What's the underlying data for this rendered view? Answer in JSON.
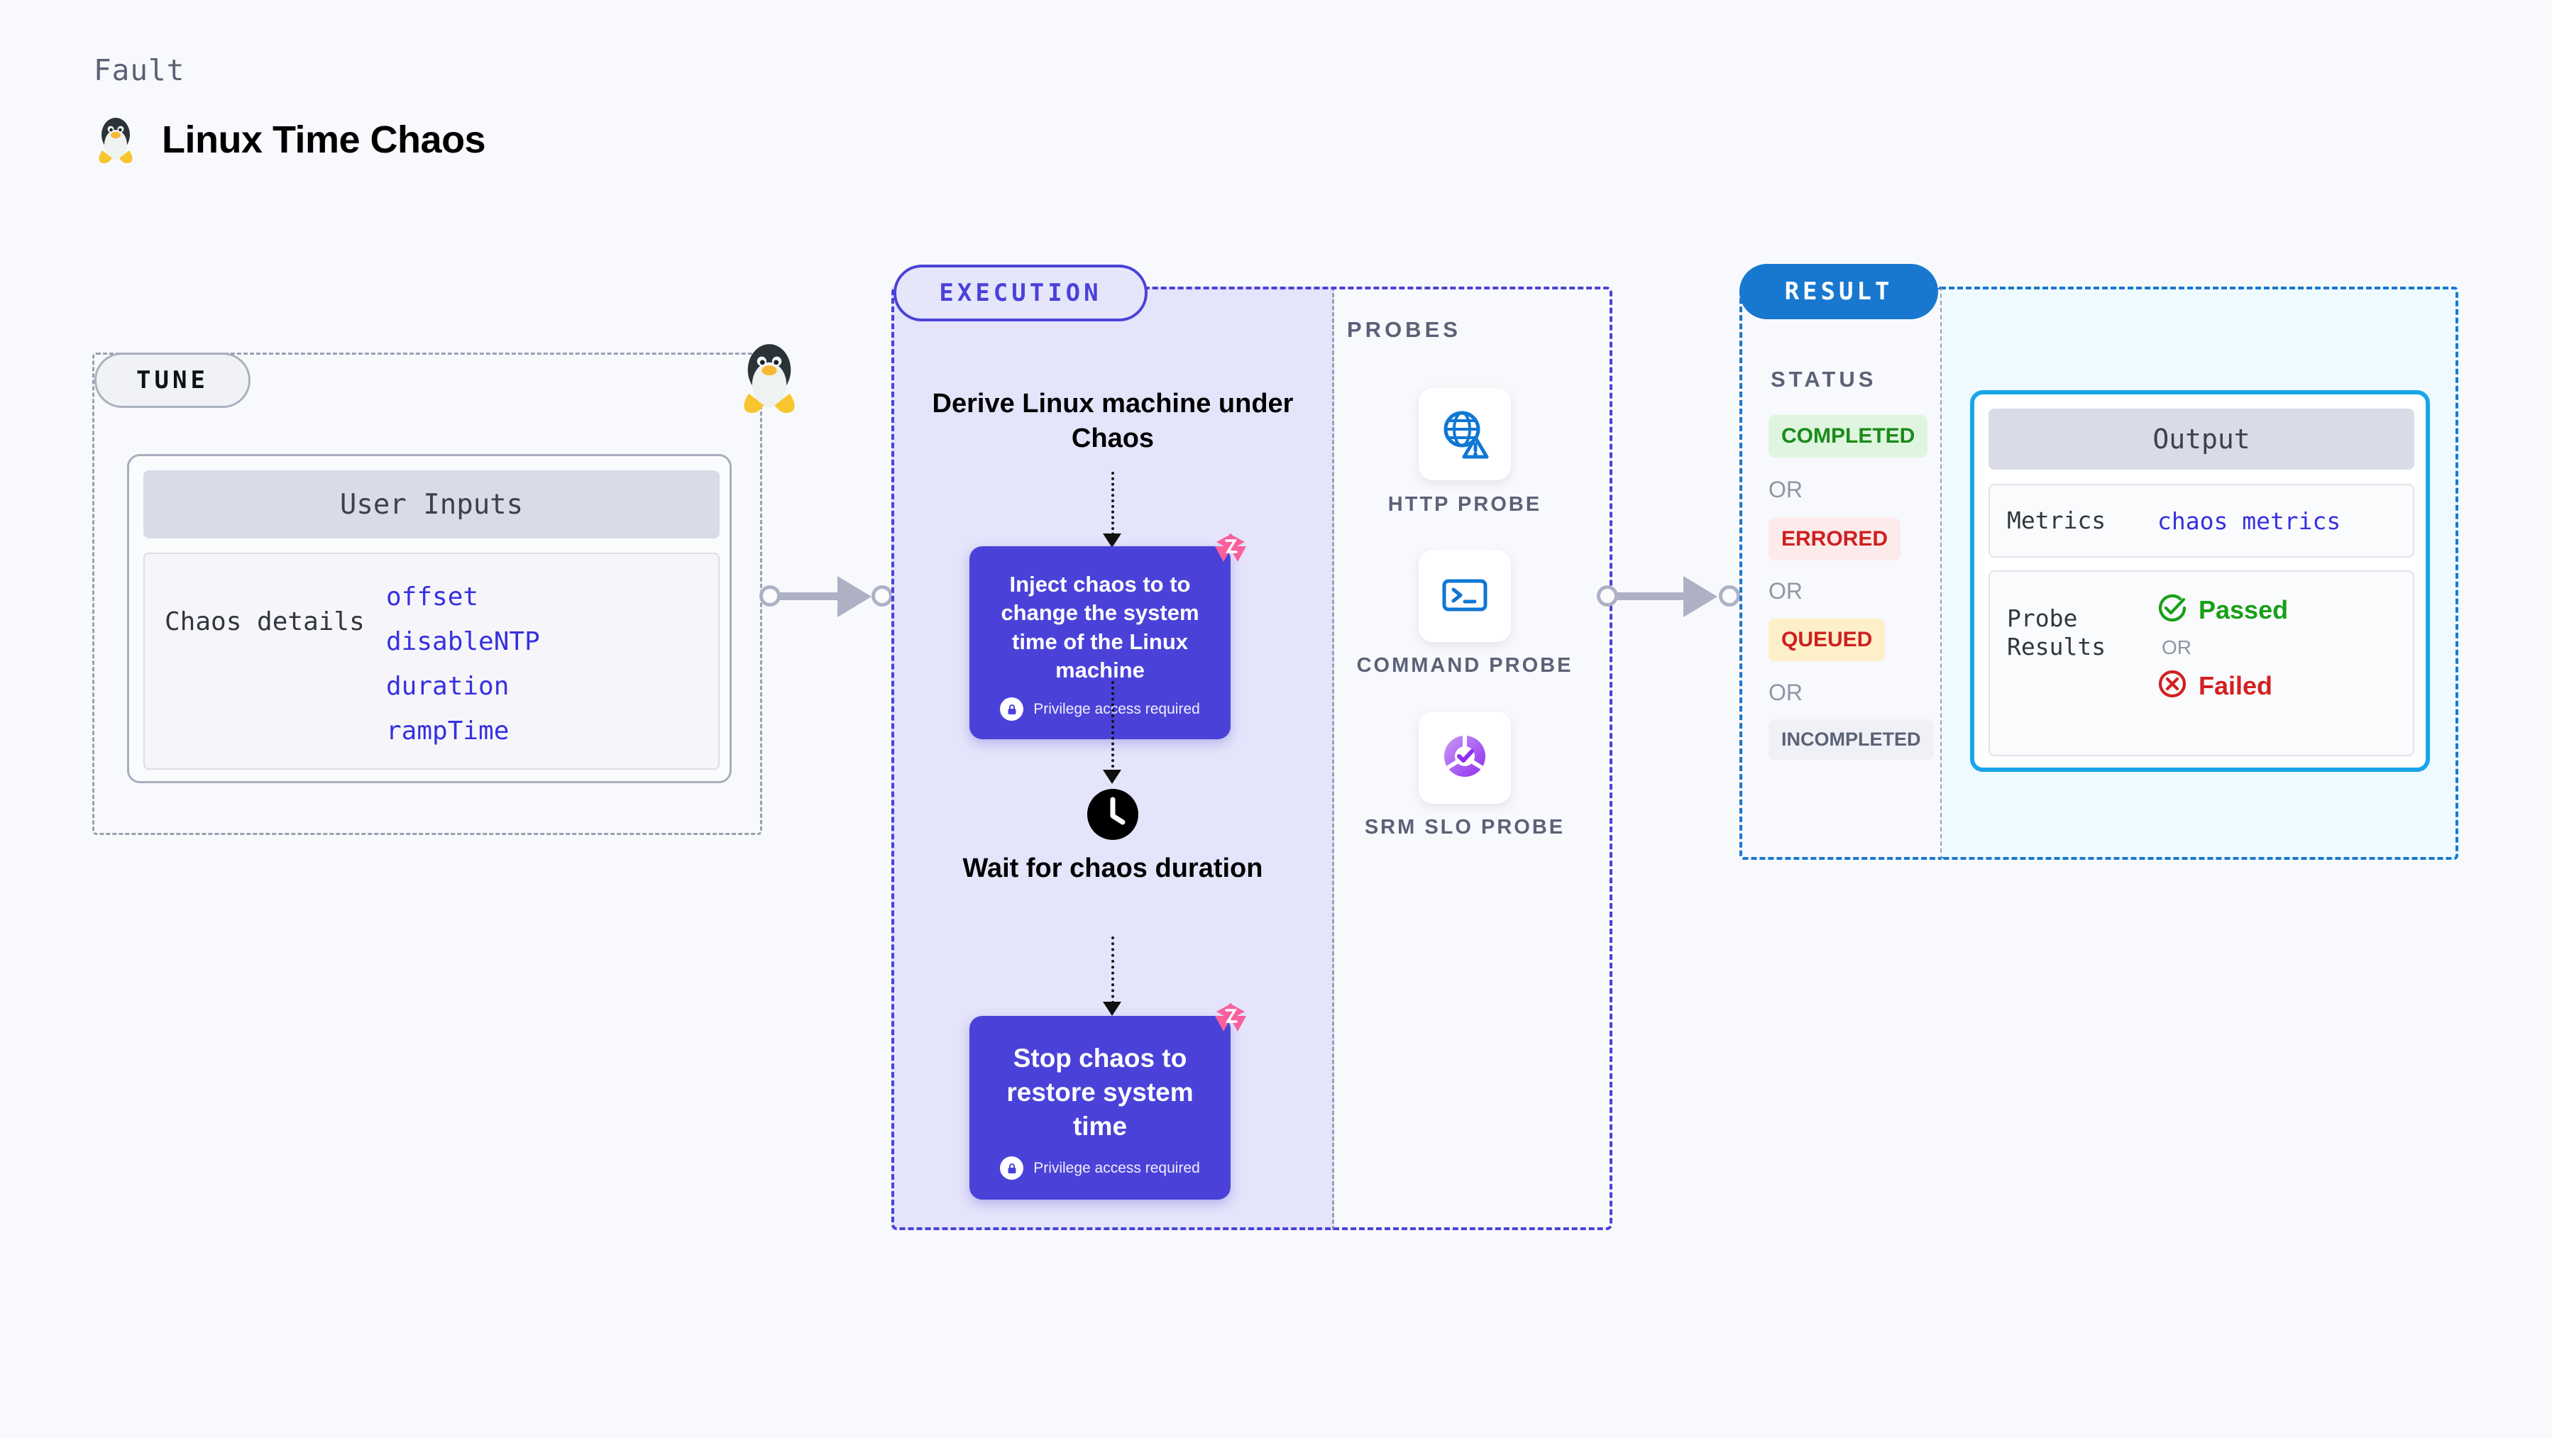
{
  "header": {
    "kicker": "Fault",
    "title": "Linux Time Chaos",
    "icon": "tux-penguin-icon"
  },
  "tune": {
    "pill_label": "TUNE",
    "card_title": "User Inputs",
    "detail_key": "Chaos details",
    "values": [
      "offset",
      "disableNTP",
      "duration",
      "rampTime"
    ],
    "node_icon": "tux-penguin-icon"
  },
  "execution": {
    "pill_label": "EXECUTION",
    "step_heading": "Derive Linux machine under Chaos",
    "steps": [
      {
        "title": "Inject chaos to to change the system time of the Linux machine",
        "privilege": "Privilege access required",
        "badge": "litmus-chaos-icon"
      },
      {
        "title": "Stop chaos to restore system time",
        "privilege": "Privilege access required",
        "badge": "litmus-chaos-icon"
      }
    ],
    "wait_label": "Wait for chaos duration",
    "wait_icon": "clock-icon"
  },
  "probes": {
    "label": "PROBES",
    "items": [
      {
        "label": "HTTP PROBE",
        "icon": "globe-warning-icon"
      },
      {
        "label": "COMMAND PROBE",
        "icon": "terminal-icon"
      },
      {
        "label": "SRM SLO PROBE",
        "icon": "slo-donut-check-icon"
      }
    ]
  },
  "result": {
    "pill_label": "RESULT",
    "status_label": "STATUS",
    "or_label": "OR",
    "statuses": [
      {
        "label": "COMPLETED",
        "bg": "#dff5df",
        "fg": "#1b8a1b"
      },
      {
        "label": "ERRORED",
        "bg": "#fdeaea",
        "fg": "#cf2020"
      },
      {
        "label": "QUEUED",
        "bg": "#fdf0c8",
        "fg": "#cf2020"
      },
      {
        "label": "INCOMPLETED",
        "bg": "#f0f1f6",
        "fg": "#5b6277"
      }
    ],
    "output": {
      "title": "Output",
      "metrics_key": "Metrics",
      "metrics_value": "chaos metrics",
      "probe_key": "Probe Results",
      "passed_label": "Passed",
      "failed_label": "Failed",
      "or_label": "OR",
      "passed_icon": "check-circle-icon",
      "failed_icon": "x-circle-icon"
    }
  },
  "colors": {
    "page_bg": "#f8f9fc",
    "execution_purple": "#4a42d8",
    "execution_panel_bg": "#e4e4fb",
    "result_blue": "#1878d0",
    "output_cyan": "#19a6e8",
    "litmus_pink": "#f9609c",
    "connector_gray": "#aeb1c4"
  }
}
